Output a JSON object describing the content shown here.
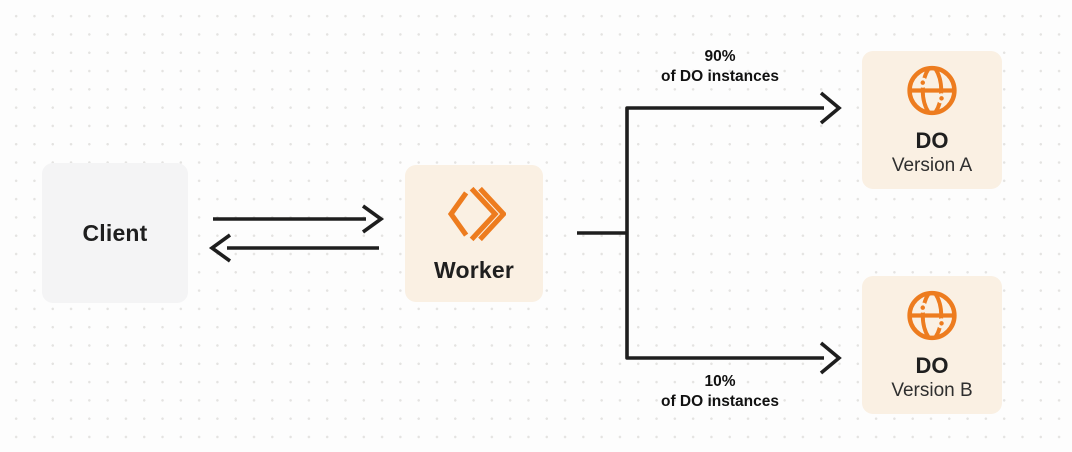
{
  "colors": {
    "page_bg": "#FDFDFD",
    "dot_grid": "#E4E3E1",
    "line_dark": "#1E1E1E",
    "accent_orange": "#ED7C1F",
    "cream_box_bg": "#FAF0E3",
    "gray_box_bg": "#F4F4F5",
    "text_primary": "#1F1F1F",
    "text_secondary": "#2F2F2F"
  },
  "nodes": {
    "client": {
      "label": "Client"
    },
    "worker": {
      "label": "Worker",
      "icon": "cloudflare-workers-icon"
    },
    "do_version_a": {
      "title": "DO",
      "subtitle": "Version A",
      "icon": "globe-icon"
    },
    "do_version_b": {
      "title": "DO",
      "subtitle": "Version B",
      "icon": "globe-icon"
    }
  },
  "edge_labels": {
    "top": {
      "line1": "90%",
      "line2": "of DO instances"
    },
    "bottom": {
      "line1": "10%",
      "line2": "of DO instances"
    }
  }
}
